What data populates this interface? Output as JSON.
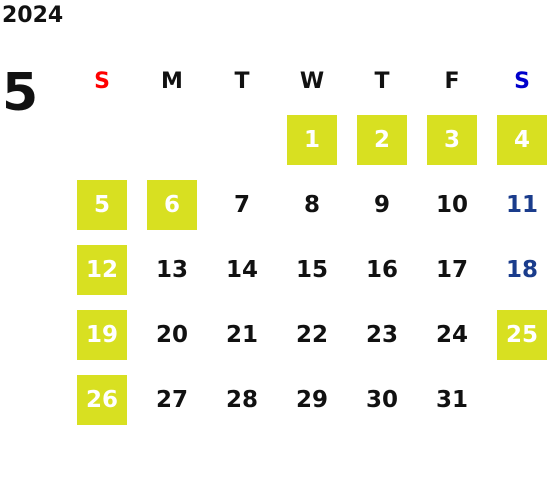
{
  "calendar": {
    "year": "2024",
    "month": "5",
    "weekdays": [
      {
        "label": "S",
        "color": "#ff0000"
      },
      {
        "label": "M",
        "color": "#111111"
      },
      {
        "label": "T",
        "color": "#111111"
      },
      {
        "label": "W",
        "color": "#111111"
      },
      {
        "label": "T",
        "color": "#111111"
      },
      {
        "label": "F",
        "color": "#111111"
      },
      {
        "label": "S",
        "color": "#0000cc"
      }
    ],
    "colors": {
      "highlight_bg": "#d8e021",
      "holiday_text": "#ffffff",
      "weekday_text": "#111111",
      "saturday_text": "#1a3c8c"
    },
    "first_weekday_index": 3,
    "days": [
      {
        "day": "1",
        "highlight": true
      },
      {
        "day": "2",
        "highlight": true
      },
      {
        "day": "3",
        "highlight": true
      },
      {
        "day": "4",
        "highlight": true
      },
      {
        "day": "5",
        "highlight": true
      },
      {
        "day": "6",
        "highlight": true
      },
      {
        "day": "7",
        "highlight": false
      },
      {
        "day": "8",
        "highlight": false
      },
      {
        "day": "9",
        "highlight": false
      },
      {
        "day": "10",
        "highlight": false
      },
      {
        "day": "11",
        "highlight": false
      },
      {
        "day": "12",
        "highlight": true
      },
      {
        "day": "13",
        "highlight": false
      },
      {
        "day": "14",
        "highlight": false
      },
      {
        "day": "15",
        "highlight": false
      },
      {
        "day": "16",
        "highlight": false
      },
      {
        "day": "17",
        "highlight": false
      },
      {
        "day": "18",
        "highlight": false
      },
      {
        "day": "19",
        "highlight": true
      },
      {
        "day": "20",
        "highlight": false
      },
      {
        "day": "21",
        "highlight": false
      },
      {
        "day": "22",
        "highlight": false
      },
      {
        "day": "23",
        "highlight": false
      },
      {
        "day": "24",
        "highlight": false
      },
      {
        "day": "25",
        "highlight": true
      },
      {
        "day": "26",
        "highlight": true
      },
      {
        "day": "27",
        "highlight": false
      },
      {
        "day": "28",
        "highlight": false
      },
      {
        "day": "29",
        "highlight": false
      },
      {
        "day": "30",
        "highlight": false
      },
      {
        "day": "31",
        "highlight": false
      }
    ]
  }
}
